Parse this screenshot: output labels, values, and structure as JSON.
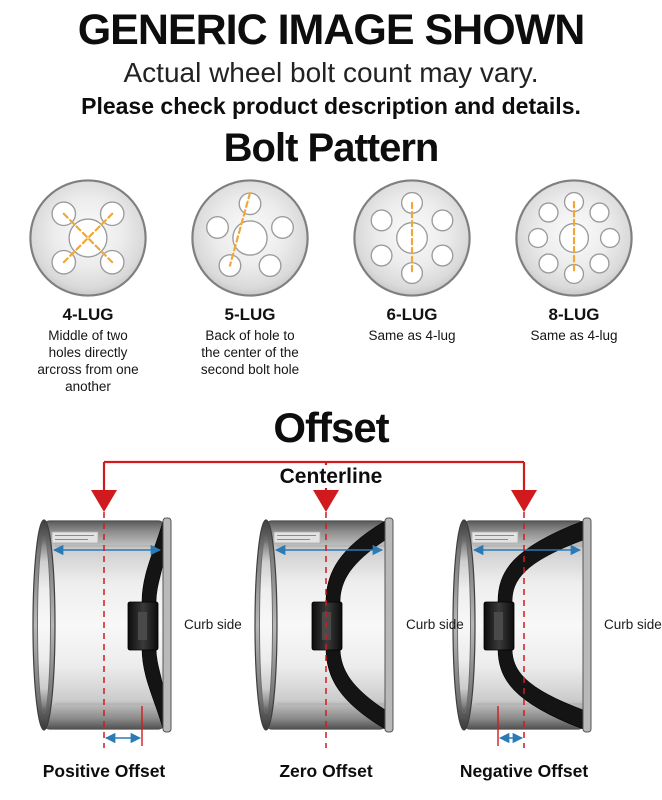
{
  "header": {
    "title": "GENERIC IMAGE SHOWN",
    "subtitle": "Actual wheel bolt count may vary.",
    "note": "Please check product description and details."
  },
  "bolt_pattern": {
    "title": "Bolt Pattern",
    "lugs": [
      {
        "label": "4-LUG",
        "description": "Middle of two holes directly arcross from one another"
      },
      {
        "label": "5-LUG",
        "description": "Back of hole to the center of the second bolt hole"
      },
      {
        "label": "6-LUG",
        "description": "Same as 4-lug"
      },
      {
        "label": "8-LUG",
        "description": "Same as 4-lug"
      }
    ]
  },
  "offset": {
    "title": "Offset",
    "centerline_label": "Centerline",
    "curb_side_label": "Curb side",
    "types": [
      {
        "label": "Positive Offset"
      },
      {
        "label": "Zero Offset"
      },
      {
        "label": "Negative Offset"
      }
    ]
  },
  "colors": {
    "red": "#d11a1e",
    "orange": "#f2a735",
    "blue": "#2a7ab5"
  }
}
